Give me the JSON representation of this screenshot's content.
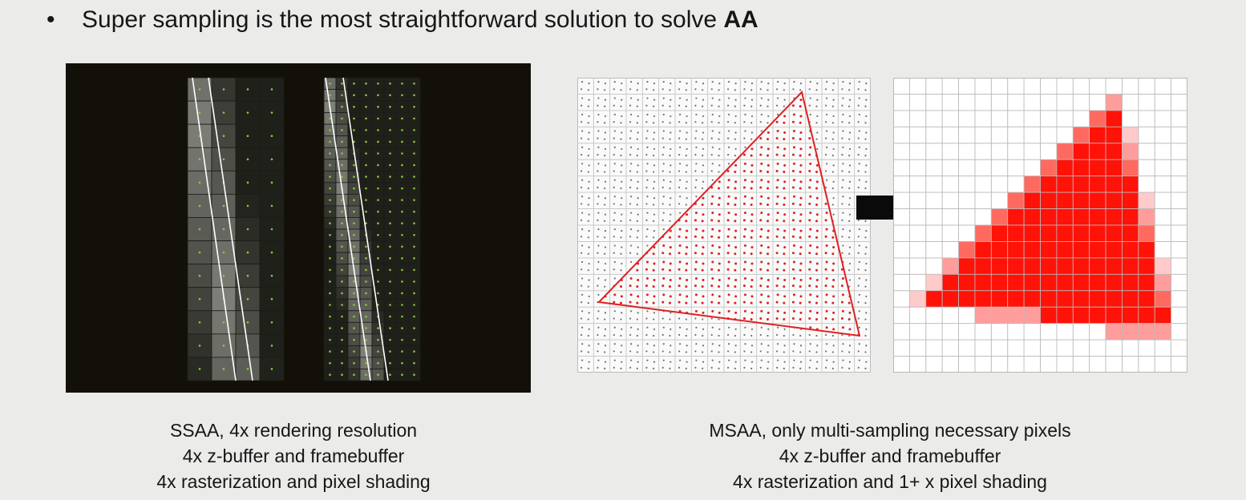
{
  "heading": {
    "bullet": "•",
    "text": "Super sampling is the most straightforward solution to solve ",
    "emphasis": "AA"
  },
  "captions": {
    "left": [
      "SSAA, 4x rendering resolution",
      "4x z-buffer and framebuffer",
      "4x rasterization and pixel shading"
    ],
    "right": [
      "MSAA, only multi-sampling necessary pixels",
      "4x z-buffer and framebuffer",
      "4x rasterization and 1+ x pixel shading"
    ]
  },
  "colors": {
    "background": "#ebebea",
    "ssaa_panel": "#121009",
    "ssaa_sample_dot": "#8cc83c",
    "edge_line": "#ffffff",
    "triangle": "#e02020",
    "fill_full": "#ff1208",
    "fill_partial": "#ff9c9c",
    "fill_light": "#ffcaca",
    "grid_line": "#b4b4b4",
    "arrow": "#0a0a0a"
  },
  "icons": {
    "arrow": "right-arrow-icon"
  }
}
